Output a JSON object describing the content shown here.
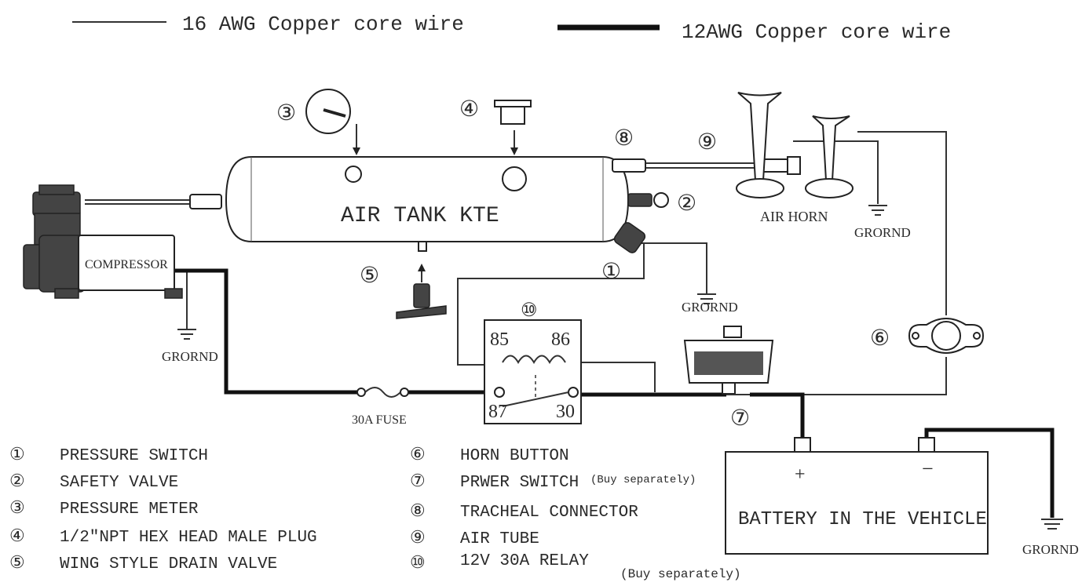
{
  "legend": {
    "thin_wire": "16 AWG Copper core wire",
    "thick_wire": "12AWG Copper core wire"
  },
  "components": {
    "air_tank": "AIR TANK KTE",
    "compressor": "COMPRESSOR",
    "air_horn": "AIR HORN",
    "battery": "BATTERY IN THE VEHICLE",
    "fuse": "30A FUSE",
    "relay_pins": {
      "p85": "85",
      "p86": "86",
      "p87": "87",
      "p30": "30"
    },
    "ground": "GRORND",
    "battery_plus": "+",
    "battery_minus": "−"
  },
  "callouts": {
    "c1": "①",
    "c2": "②",
    "c3": "③",
    "c4": "④",
    "c5": "⑤",
    "c6": "⑥",
    "c7": "⑦",
    "c8": "⑧",
    "c9": "⑨",
    "c10": "⑩"
  },
  "parts_list": [
    {
      "num": "①",
      "label": "PRESSURE SWITCH"
    },
    {
      "num": "②",
      "label": "SAFETY VALVE"
    },
    {
      "num": "③",
      "label": "PRESSURE METER"
    },
    {
      "num": "④",
      "label": "1/2\"NPT HEX HEAD MALE PLUG"
    },
    {
      "num": "⑤",
      "label": "WING STYLE DRAIN VALVE"
    },
    {
      "num": "⑥",
      "label": "HORN BUTTON"
    },
    {
      "num": "⑦",
      "label": "PRWER SWITCH"
    },
    {
      "num": "⑧",
      "label": "TRACHEAL CONNECTOR"
    },
    {
      "num": "⑨",
      "label": "AIR TUBE"
    },
    {
      "num": "⑩",
      "label": "12V 30A RELAY"
    }
  ],
  "notes": {
    "buy_separately_switch": "(Buy separately)",
    "buy_separately_relay": "(Buy separately)"
  }
}
